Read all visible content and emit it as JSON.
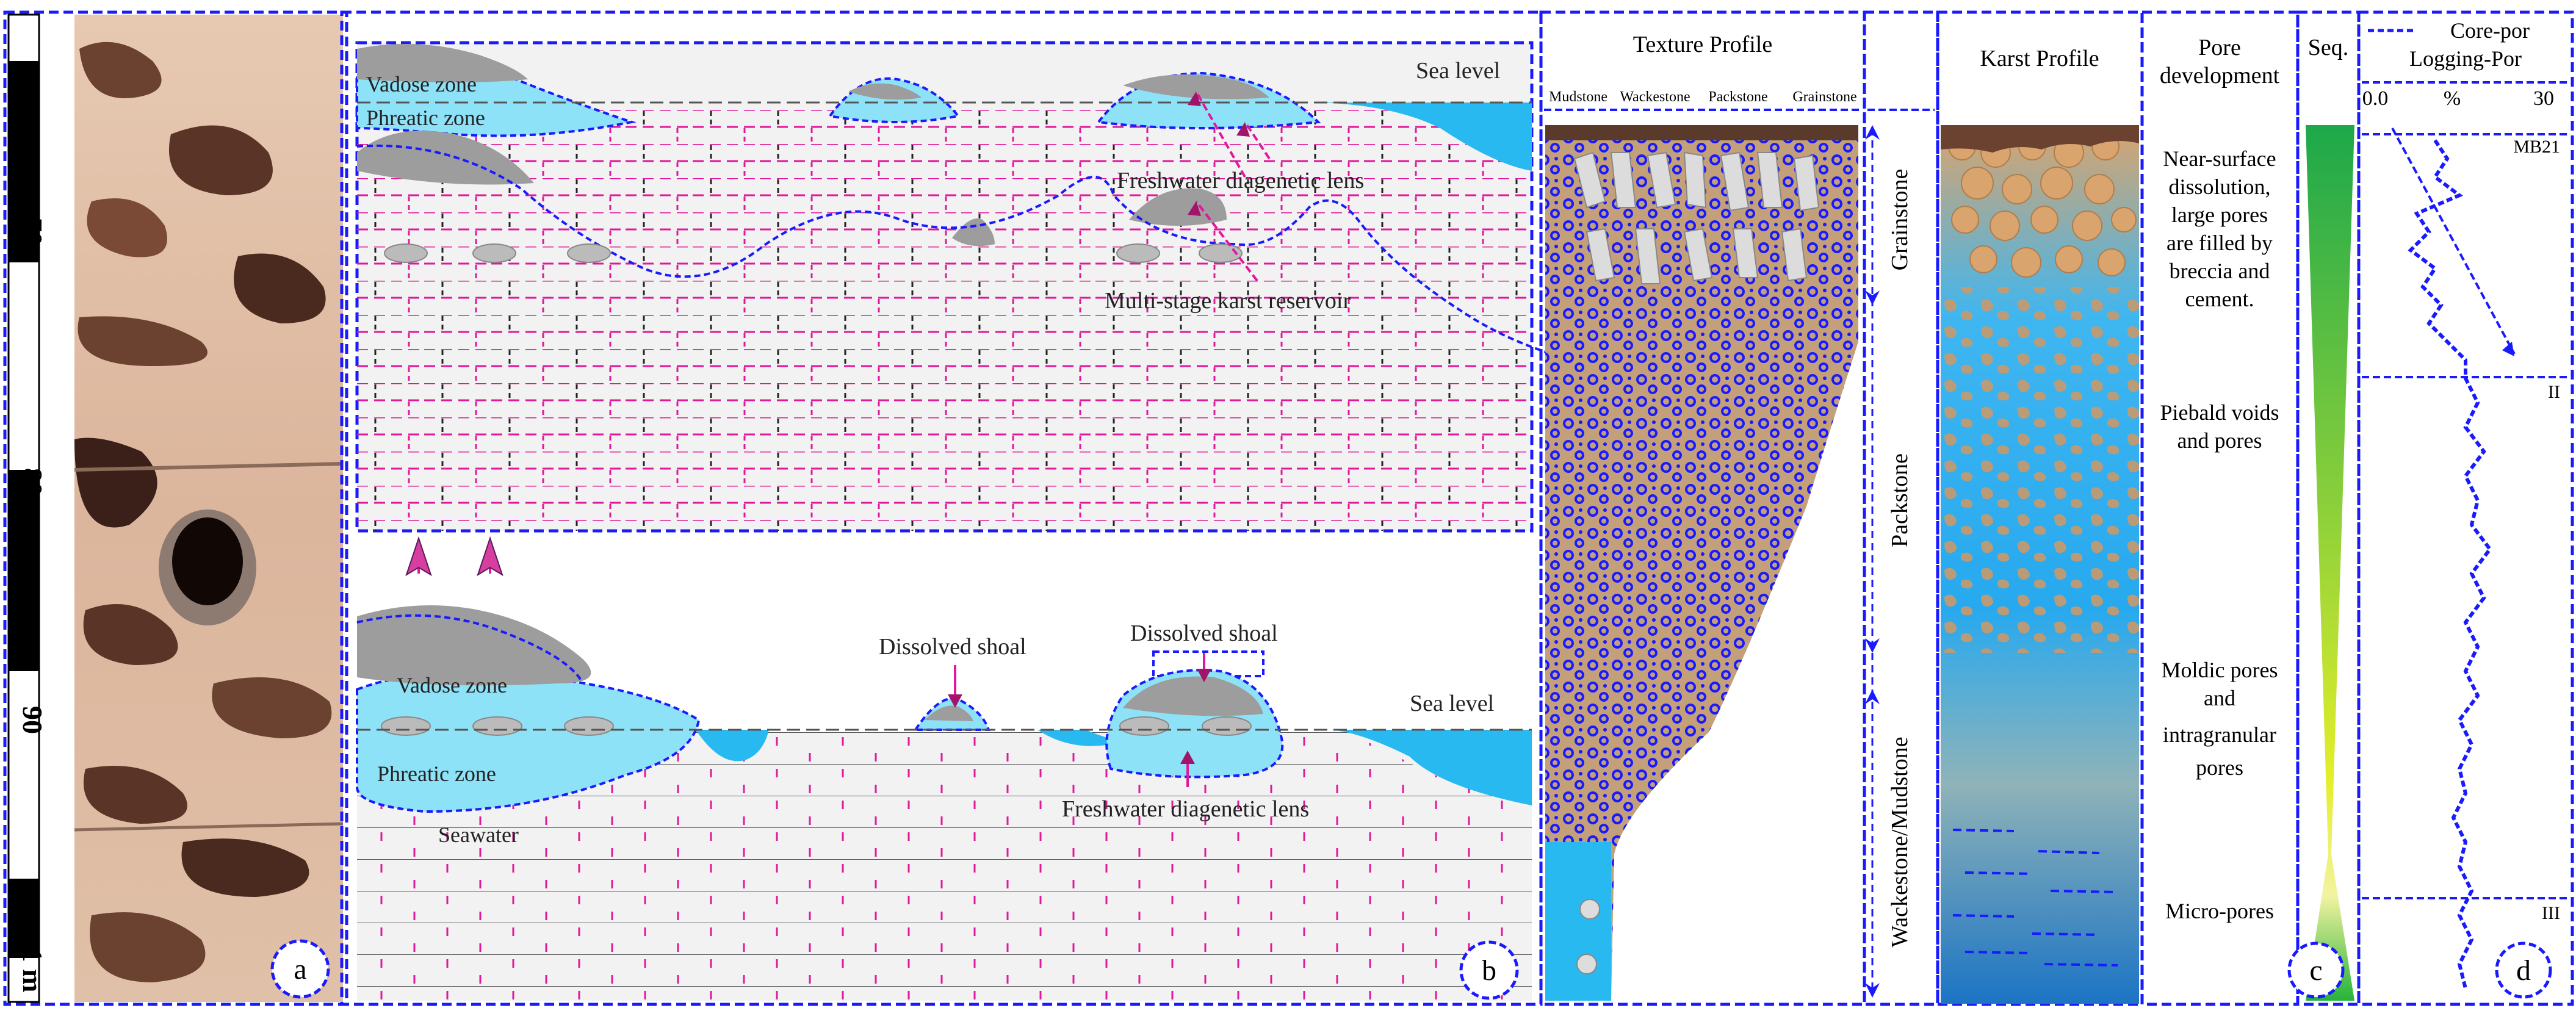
{
  "core": {
    "scale_labels": [
      "70",
      "80",
      "90",
      "1 m"
    ],
    "panel_label": "a"
  },
  "upper_block": {
    "vadose_label": "Vadose zone",
    "phreatic_label": "Phreatic zone",
    "sea_level_label": "Sea level",
    "lens_label": "Freshwater diagenetic lens",
    "karst_label": "Multi-stage karst reservoir"
  },
  "lower_block": {
    "vadose_label": "Vadose zone",
    "phreatic_label": "Phreatic zone",
    "sea_level_label": "Sea level",
    "shoal_label_1": "Dissolved shoal",
    "shoal_label_2": "Dissolved shoal",
    "lens_label": "Freshwater diagenetic lens",
    "seawater_label": "Seawater",
    "panel_label": "b"
  },
  "texture_profile": {
    "title": "Texture Profile",
    "columns": [
      "Mudstone",
      "Wackestone",
      "Packstone",
      "Grainstone"
    ]
  },
  "facies_column": {
    "labels": [
      "Grainstone",
      "Packstone",
      "Wackestone/Mudstone"
    ]
  },
  "karst_profile": {
    "title": "Karst Profile"
  },
  "pore_development": {
    "title_line1": "Pore",
    "title_line2": "development",
    "descriptions": [
      [
        "Near-surface",
        "dissolution,",
        "large  pores",
        "are filled by",
        "breccia and",
        "cement."
      ],
      [
        "Piebald voids",
        "and pores"
      ],
      [
        "Moldic pores",
        "and",
        "intragranular",
        "pores"
      ],
      [
        "Micro-pores"
      ]
    ]
  },
  "sequence": {
    "title": "Seq.",
    "panel_label": "c"
  },
  "porosity_log": {
    "legend_line1": "Core-por",
    "legend_line2": "Logging-Por",
    "axis_min": "0.0",
    "axis_unit": "%",
    "axis_max": "30",
    "sequence_labels": [
      "MB21",
      "II",
      "III"
    ],
    "panel_label": "d"
  },
  "colors": {
    "frame_blue": "#1a1aff",
    "water_cyan": "#54d2f5",
    "vadose_gray": "#9d9d9d",
    "brick_pink": "#e0189a",
    "rock_light": "#f2f2f2",
    "karst_brown": "#c9996b"
  }
}
